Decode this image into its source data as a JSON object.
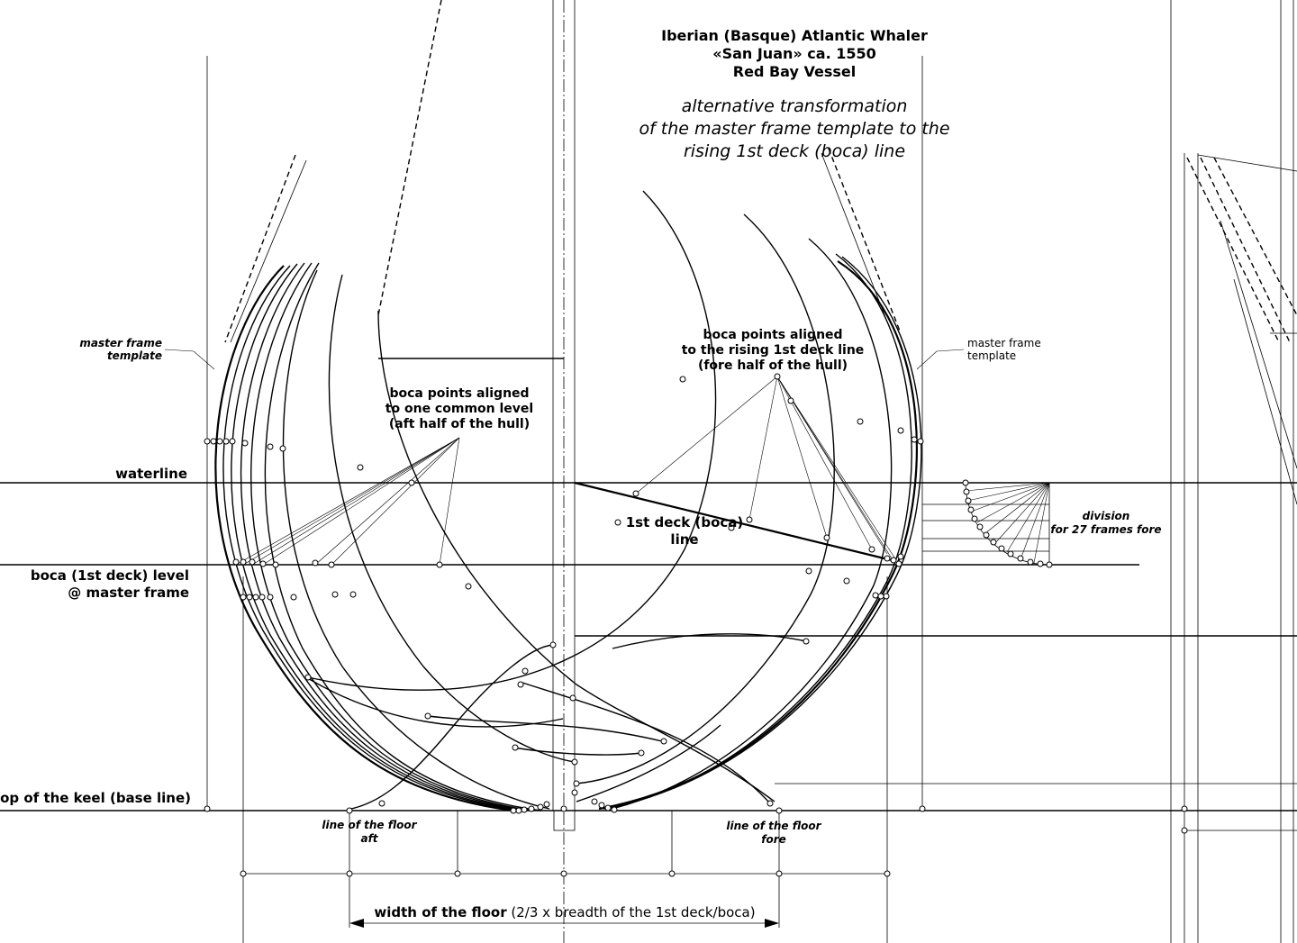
{
  "title": {
    "line1": "Iberian (Basque) Atlantic Whaler",
    "line2": "«San Juan» ca. 1550",
    "line3": "Red Bay Vessel"
  },
  "subtitle": {
    "line1": "alternative transformation",
    "line2": "of the master frame template to the",
    "line3": "rising 1st deck (boca) line"
  },
  "labels": {
    "waterline": "waterline",
    "boca_level_1": "boca (1st deck) level",
    "boca_level_2": "@ master frame",
    "keel": "top of the keel (base line)",
    "master_frame_left_1": "master frame",
    "master_frame_left_2": "template",
    "master_frame_right_1": "master frame",
    "master_frame_right_2": "template",
    "aft_boca_1": "boca points aligned",
    "aft_boca_2": "to one common level",
    "aft_boca_3": "(aft half of the hull)",
    "fore_boca_1": "boca points aligned",
    "fore_boca_2": "to the rising 1st deck line",
    "fore_boca_3": "(fore half of the hull)",
    "deck_line_1": "1st deck (boca)",
    "deck_line_2": "line",
    "division_1": "division",
    "division_2": "for 27 frames fore",
    "floor_aft_1": "line of the floor",
    "floor_aft_2": "aft",
    "floor_fore_1": "line of the floor",
    "floor_fore_2": "fore",
    "floor_width_bold": "width of the floor",
    "floor_width_rest": " (2/3 x breadth of the 1st deck/boca)"
  }
}
